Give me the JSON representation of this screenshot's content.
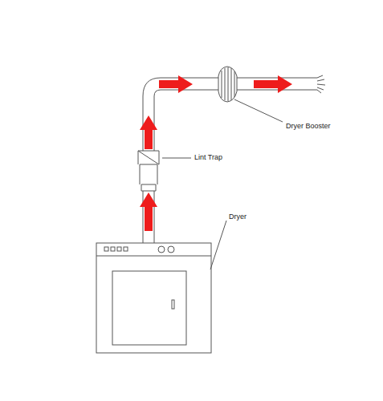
{
  "diagram": {
    "labels": [
      "Dryer Booster",
      "Lint Trap",
      "Dryer"
    ]
  }
}
